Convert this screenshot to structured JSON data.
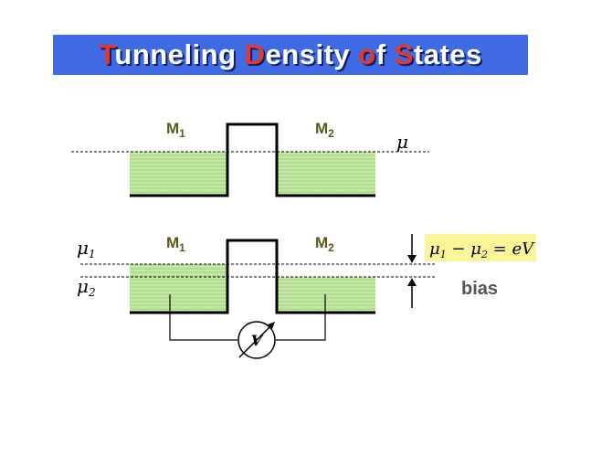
{
  "title": {
    "word1_initial": "T",
    "word1_rest": "unneling",
    "word2_initial": "D",
    "word2_rest": "ensity",
    "word3_initial": "o",
    "word3_rest": "f",
    "word4_initial": "S",
    "word4_rest": "tates"
  },
  "top_diagram": {
    "metal_left": "M",
    "metal_left_sub": "1",
    "metal_right": "M",
    "metal_right_sub": "2",
    "fermi_label": "μ"
  },
  "bottom_diagram": {
    "metal_left": "M",
    "metal_left_sub": "1",
    "metal_right": "M",
    "metal_right_sub": "2",
    "mu1_symbol": "μ",
    "mu1_sub": "1",
    "mu2_symbol": "μ",
    "mu2_sub": "2",
    "equation": {
      "mu_a": "μ",
      "sub_a": "1",
      "minus": " − ",
      "mu_b": "μ",
      "sub_b": "2",
      "equals": " = ",
      "rhs": "eV"
    },
    "bias_label": "bias",
    "voltmeter_label": "V"
  },
  "colors": {
    "title_background": "#3f6ae4",
    "title_text": "#ffffff",
    "title_capital": "#e6372b",
    "metal_fill": "#c8eaa8",
    "metal_label": "#5a5a14",
    "equation_highlight": "#fbf59a"
  }
}
